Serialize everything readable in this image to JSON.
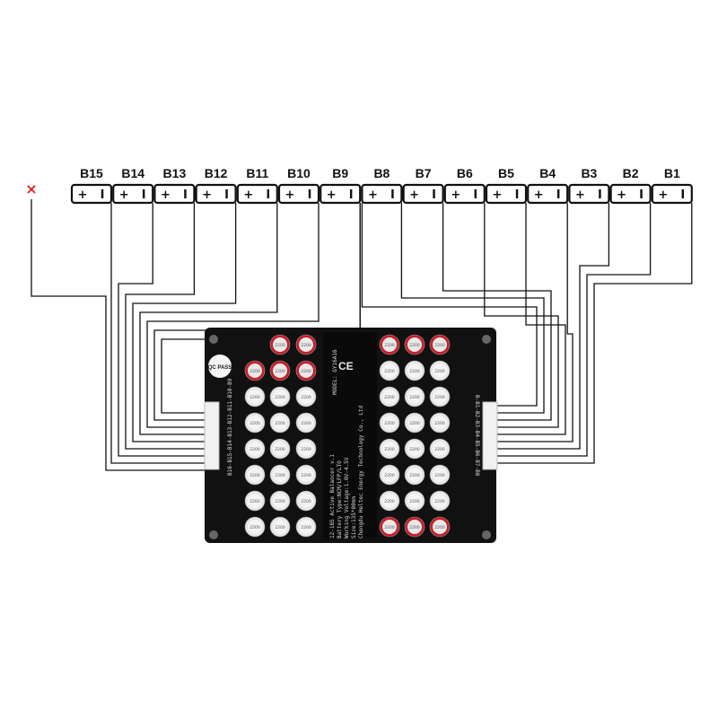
{
  "cells": [
    {
      "label": "B15"
    },
    {
      "label": "B14"
    },
    {
      "label": "B13"
    },
    {
      "label": "B12"
    },
    {
      "label": "B11"
    },
    {
      "label": "B10"
    },
    {
      "label": "B9"
    },
    {
      "label": "B8"
    },
    {
      "label": "B7"
    },
    {
      "label": "B6"
    },
    {
      "label": "B5"
    },
    {
      "label": "B4"
    },
    {
      "label": "B3"
    },
    {
      "label": "B2"
    },
    {
      "label": "B1"
    }
  ],
  "terminal": {
    "plus": "+",
    "minus": "I"
  },
  "ground_marker": "×",
  "colors": {
    "wire": "#111111",
    "marker": "#e02020",
    "board": "#111111",
    "cap_red": "#c81e2a",
    "cap_silver": "#e6e6e6"
  },
  "board": {
    "pass_label": "QC PASS",
    "silkscreen": [
      "12-16S Active Balancer v.1",
      "Battery Type:NCM/LFP/LTO",
      "Working Voltage:1.0V-4.5V",
      "Size:135*80mm",
      "Chengdu Heltec Energy Technology Co., Ltd"
    ],
    "model": "MODEL: GY16A16",
    "ce_mark": "CE",
    "left_pins": "B16-B15-B14-B13-B12-B11-B10-B9",
    "right_pins": "B-B1-B2-B3-B4-B5-B6-B7-B8"
  },
  "capacitor_label": "2200"
}
